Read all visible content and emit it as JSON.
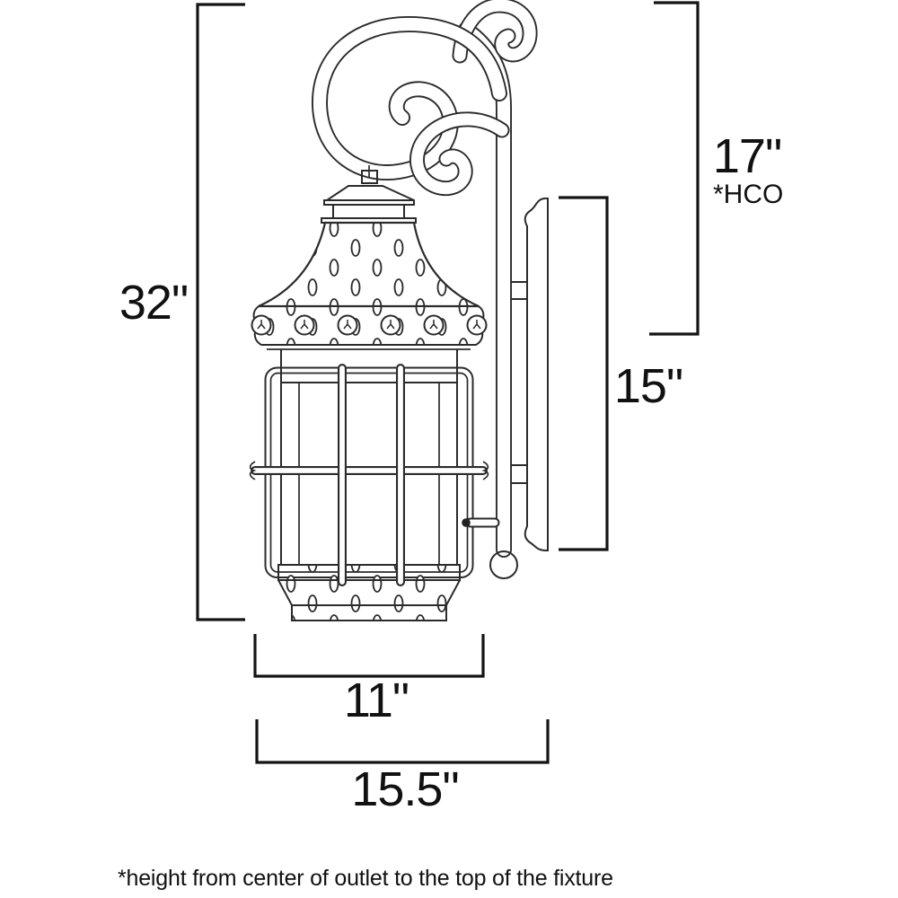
{
  "diagram": {
    "title": "wall lantern dimension drawing",
    "dims": {
      "overall_height": "32\"",
      "hco_height": "17\"",
      "hco_label": "*HCO",
      "backplate_height": "15\"",
      "body_width": "11\"",
      "overall_width": "15.5\""
    },
    "footnote": "*height from center of outlet to the top of the fixture",
    "colors": {
      "background": "#ffffff",
      "drawing_line": "#2b2b2b",
      "dimension_line": "#141414",
      "text": "#111111"
    }
  }
}
